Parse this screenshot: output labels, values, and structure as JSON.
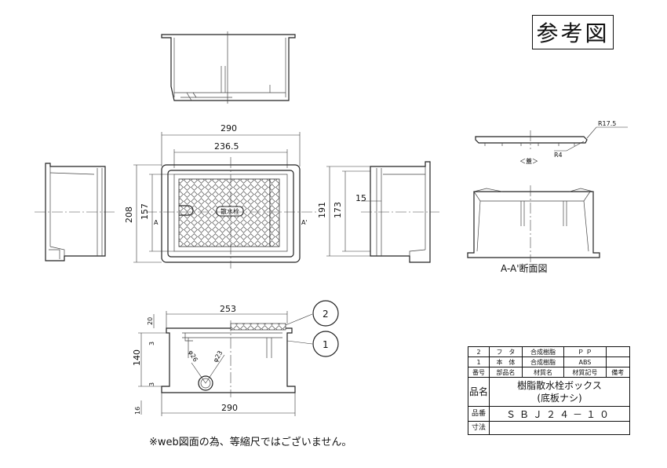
{
  "stamp": "参考図",
  "note": "※web図面の為、等縮尺ではございません。",
  "section_label": "A-A'断面図",
  "lid_label": "＜蓋＞",
  "lid_badge": "散水栓",
  "dimensions": {
    "overall_width": "290",
    "inner_width": "236.5",
    "overall_height": "208",
    "inner_height": "157",
    "side_height_outer": "191",
    "side_height_inner": "173",
    "side_offset": "15",
    "front_top_width": "253",
    "front_bottom_width": "290",
    "front_height": "140",
    "front_lid": "20",
    "front_step": "3",
    "front_bottom": "16",
    "front_hole_offset": "3",
    "hole_outer": "φ26",
    "hole_inner": "φ23",
    "radius_large": "R17.5",
    "radius_small": "R4",
    "section_a_left": "A",
    "section_a_right": "A'"
  },
  "callouts": [
    "2",
    "1"
  ],
  "title_block": {
    "parts": [
      {
        "no": "2",
        "name": "フ　タ",
        "material": "合成樹脂",
        "code": "Ｐ Ｐ",
        "remarks": ""
      },
      {
        "no": "1",
        "name": "本　体",
        "material": "合成樹脂",
        "code": "ABS",
        "remarks": ""
      }
    ],
    "headers": {
      "no": "番号",
      "name": "部品名",
      "material": "材質名",
      "code": "材質記号",
      "remarks": "備考"
    },
    "product_name_label": "品名",
    "product_name_line1": "樹脂散水栓ボックス",
    "product_name_line2": "(底板ナシ)",
    "product_code_label": "品番",
    "product_code": "ＳＢＪ２４－１０",
    "size_label": "寸法",
    "size_value": ""
  }
}
